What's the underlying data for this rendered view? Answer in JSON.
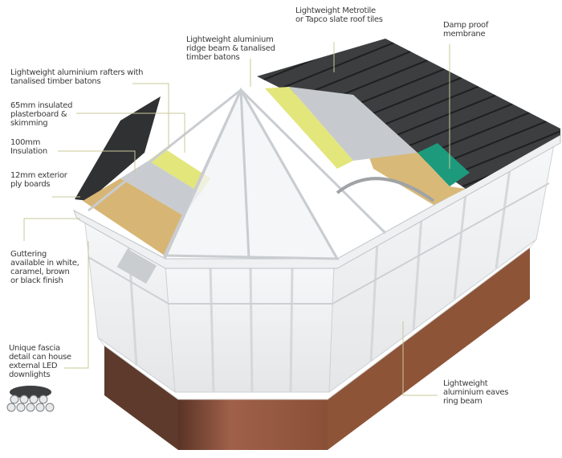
{
  "diagram": {
    "subject": "Conservatory tiled roof conversion cutaway",
    "colors": {
      "leader_line": "#c8c89a",
      "roof_tiles": "#3b3d3e",
      "ply_board": "#d9b978",
      "insulation": "#e3e67a",
      "plasterboard": "#c9ccd0",
      "membrane": "#1d9a7c",
      "brick": "#9a5a3e",
      "frame": "#f2f2f2"
    },
    "labels": [
      {
        "id": "rafters",
        "text": "Lightweight aluminium rafters with\ntanalised timber batons"
      },
      {
        "id": "plasterboard",
        "text": "65mm insulated\nplasterboard &\nskimming"
      },
      {
        "id": "insulation",
        "text": "100mm\nInsulation"
      },
      {
        "id": "ply",
        "text": "12mm exterior\nply boards"
      },
      {
        "id": "guttering",
        "text": "Guttering\navailable in white,\ncaramel, brown\nor black finish"
      },
      {
        "id": "fascia",
        "text": "Unique fascia\ndetail can house\nexternal LED\ndownlights"
      },
      {
        "id": "ridge",
        "text": "Lightweight aluminium\nridge beam & tanalised\ntimber batons"
      },
      {
        "id": "tiles",
        "text": "Lightweight Metrotile\nor Tapco slate roof tiles"
      },
      {
        "id": "membrane",
        "text": "Damp proof\nmembrane"
      },
      {
        "id": "ringbeam",
        "text": "Lightweight\naluminium eaves\nring beam"
      }
    ]
  }
}
